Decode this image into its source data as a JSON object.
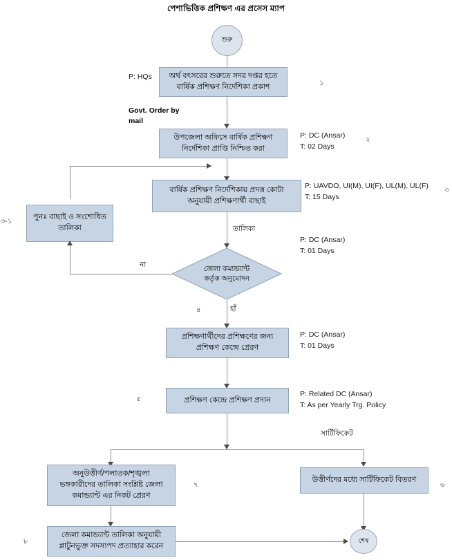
{
  "title": "পেশাভিত্তিক প্রশিক্ষণ এর প্রসেস ম্যাপ",
  "colors": {
    "node_fill": "#c7d4e4",
    "node_border": "#8ea2b8",
    "terminator_fill": "#dde4ed",
    "terminator_border": "#9aa7b6",
    "connector": "#8a8a8a",
    "arrow": "#4c4c4c",
    "page_background": "#ffffff"
  },
  "nodes": {
    "start": {
      "label": "শুরু",
      "shape": "circle"
    },
    "publish_guideline": {
      "line1": "অর্থ বৎসরের শুরুতে সদর দপ্তর হতে",
      "line2": "বার্ষিক প্রশিক্ষণ নির্দেশিকা প্রকাশ",
      "shape": "process",
      "step": "১"
    },
    "ensure_receipt": {
      "line1": "উপজেলা অফিসে বার্ষিক প্রশিক্ষণ",
      "line2": "নির্দেশিকা প্রাপ্তি নিশ্চিত করা",
      "shape": "process",
      "step": "২"
    },
    "select_trainees": {
      "line1": "বার্ষিক প্রশিক্ষণ নির্দেশিকায় প্রদত্ত কোটা",
      "line2": "অনুযায়ী প্রশিক্ষণার্থী বাছাই",
      "shape": "process",
      "step": "৩"
    },
    "reselect_list": {
      "line1": "পুনঃ  বাছাই ও সংশোধিত",
      "line2": "তালিকা",
      "shape": "process",
      "step": "৩-১"
    },
    "dc_approval": {
      "line1": "জেলা কমান্ড্যান্ট",
      "line2": "কর্তৃক",
      "line3": "অনুমোদন",
      "shape": "decision",
      "step": "৪"
    },
    "send_to_center": {
      "line1": "প্রশিক্ষণার্থীদের প্রশিক্ষণের জন্য",
      "line2": "প্রশিক্ষণ কেন্দ্রে প্রেরণ",
      "shape": "process"
    },
    "provide_training": {
      "line1": "প্রশিক্ষণ কেন্দ্রে প্রশিক্ষণ প্রদান",
      "shape": "process",
      "step": "৫"
    },
    "distribute_certificate": {
      "line1": "উত্তীর্ণদের মধ্যে সার্টিফিকেট বিতরণ",
      "shape": "process",
      "step": "৬"
    },
    "failed_list": {
      "line1": "অনুউত্তীর্ণ/পলাতক/শৃঙ্খলা",
      "line2": "ভঙ্গকারীদের তালিকা সংশ্লিষ্ট  জেলা",
      "line3": "কমান্ড্যান্ট এর নিকট প্রেরণ",
      "shape": "process",
      "step": "৭"
    },
    "withdraw_membership": {
      "line1": "জেলা কমান্ড্যান্ট তালিকা অনুযায়ী",
      "line2": "প্লাটুনভুক্ত সদস্যপদ প্রত্যাহার করেন",
      "shape": "process",
      "step": "৮"
    },
    "end": {
      "label": "শেষ",
      "shape": "circle"
    }
  },
  "annotations": {
    "p_hqs": "P: HQs",
    "govt_order": "Govt. Order by\nmail",
    "dc_ansar_2days": "P: DC (Ansar)\nT: 02 Days",
    "uavdo_15days": "P: UAVDO, UI(M), UI(F), UL(M), UL(F)\nT: 15 Days",
    "dc_ansar_1day_decision": "P: DC (Ansar)\nT: 01 Days",
    "dc_ansar_1day_send": "P: DC (Ansar)\nT: 01 Days",
    "related_dc_policy": "P: Related DC (Ansar)\nT: As per Yearly Trg. Policy"
  },
  "edge_labels": {
    "talika": "তালিকা",
    "no": "না",
    "yes": "হাঁ",
    "certificate": "সার্টিফিকেট"
  }
}
